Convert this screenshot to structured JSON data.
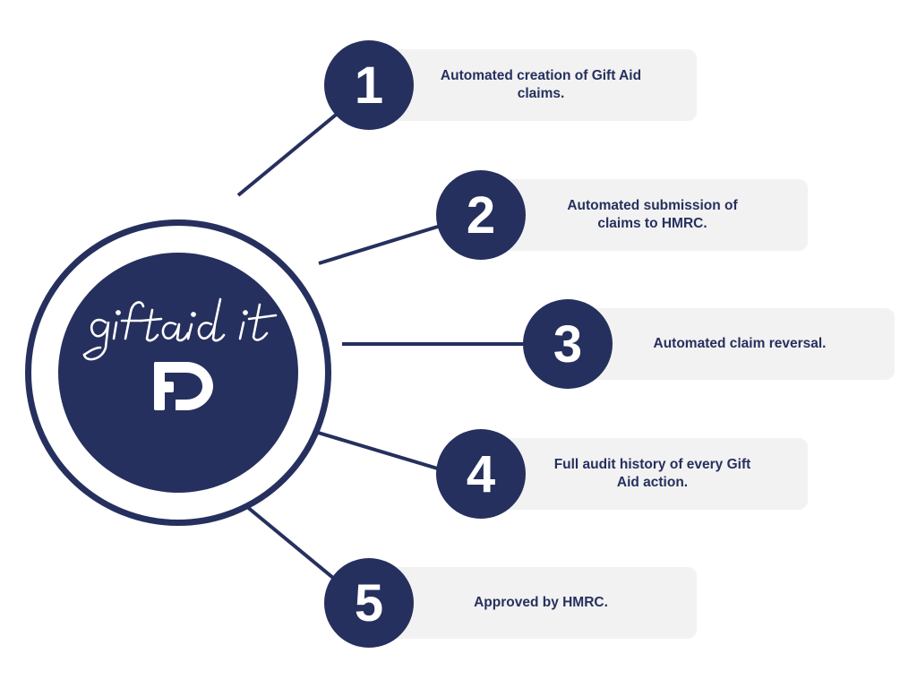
{
  "colors": {
    "navy": "#26305e",
    "card_background": "#f2f2f2",
    "white": "#ffffff"
  },
  "hub": {
    "wordmark": "giftaid it",
    "logo": "fd-logo-icon"
  },
  "items": [
    {
      "number": "1",
      "text": "Automated creation of Gift Aid claims."
    },
    {
      "number": "2",
      "text": "Automated submission of claims to HMRC."
    },
    {
      "number": "3",
      "text": "Automated claim reversal."
    },
    {
      "number": "4",
      "text": "Full audit history of every Gift Aid action."
    },
    {
      "number": "5",
      "text": "Approved by HMRC."
    }
  ]
}
